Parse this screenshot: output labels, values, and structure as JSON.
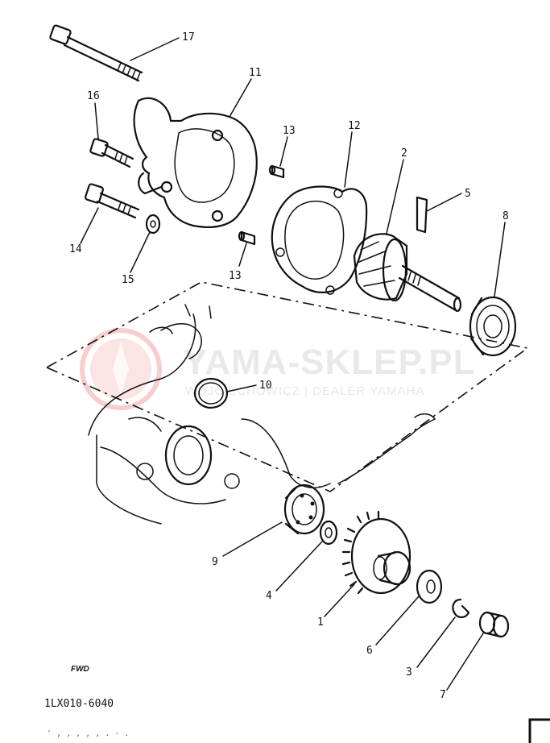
{
  "watermark": {
    "title": "YAMA-SKLEP.PL",
    "subtitle": "WOJCIECHOWICZ | DEALER YAMAHA",
    "logo_color": "#e23b3b"
  },
  "diagram_code": "1LX010-6040",
  "fwd_label": "FWD",
  "footer_text": "' ,   ,  ,   ,     ,   . - .",
  "parts": [
    {
      "label": "17"
    },
    {
      "label": "11"
    },
    {
      "label": "16"
    },
    {
      "label": "13"
    },
    {
      "label": "12"
    },
    {
      "label": "2"
    },
    {
      "label": "5"
    },
    {
      "label": "8"
    },
    {
      "label": "14"
    },
    {
      "label": "15"
    },
    {
      "label": "13"
    },
    {
      "label": "10"
    },
    {
      "label": "9"
    },
    {
      "label": "4"
    },
    {
      "label": "1"
    },
    {
      "label": "6"
    },
    {
      "label": "3"
    },
    {
      "label": "7"
    }
  ]
}
